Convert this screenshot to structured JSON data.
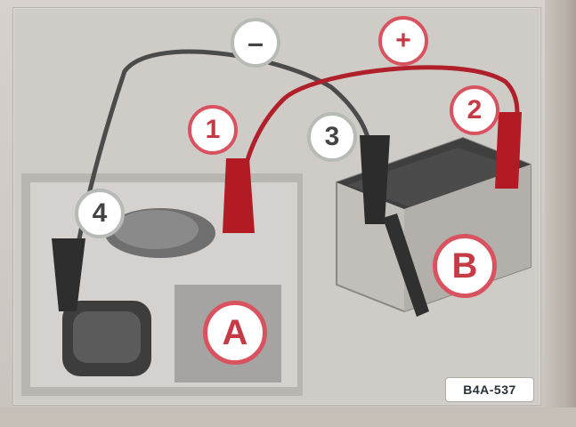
{
  "diagram": {
    "labels": {
      "minus": "–",
      "plus": "+",
      "n1": "1",
      "n2": "2",
      "n3": "3",
      "n4": "4",
      "A": "A",
      "B": "B"
    },
    "code": "B4A-537"
  },
  "colors": {
    "red_cable": "#b0202a",
    "black_cable": "#4b4b4b",
    "label_red": "#d8535f",
    "label_gray": "#b6bbb5"
  }
}
